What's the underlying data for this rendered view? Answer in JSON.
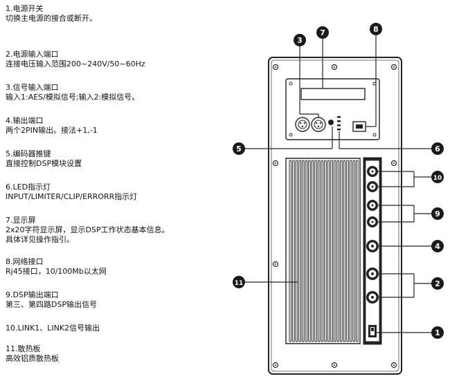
{
  "legend": [
    {
      "title": "1.电源开关",
      "desc": "切换主电源的接合或断开。"
    },
    {
      "title": "2.电源输入端口",
      "desc": "连接电压输入范围200~240V/50~60Hz"
    },
    {
      "title": "3.信号输入端口",
      "desc": "输入1:AES/模拟信号;输入2:模拟信号。"
    },
    {
      "title": "4.输出端口",
      "desc": "两个2PIN输出。接法+1,-1"
    },
    {
      "title": "5.编码器推键",
      "desc": "直接控制DSP模块设置"
    },
    {
      "title": "6.LED指示灯",
      "desc": "INPUT/LIMITER/CLIP/ERRORR指示灯"
    },
    {
      "title": "7.显示屏",
      "desc": "2x20字符显示屏，显示DSP工作状态基本信息。",
      "desc2": "具体详见操作指引。"
    },
    {
      "title": "8.网络接口",
      "desc": "Rj45接口，10/100Mb以太网"
    },
    {
      "title": "9.DSP输出端口",
      "desc": "第三、第四路DSP输出信号"
    },
    {
      "title": "10.LINK1、LINK2信号输出",
      "desc": ""
    },
    {
      "title": "11.散热板",
      "desc": "高效铝质散热板"
    }
  ],
  "callouts": [
    "1",
    "2",
    "3",
    "4",
    "5",
    "6",
    "7",
    "8",
    "9",
    "10",
    "11"
  ],
  "colors": {
    "callout_fill": "#1a1a1a",
    "callout_text": "#ffffff",
    "panel_stroke": "#222222"
  }
}
